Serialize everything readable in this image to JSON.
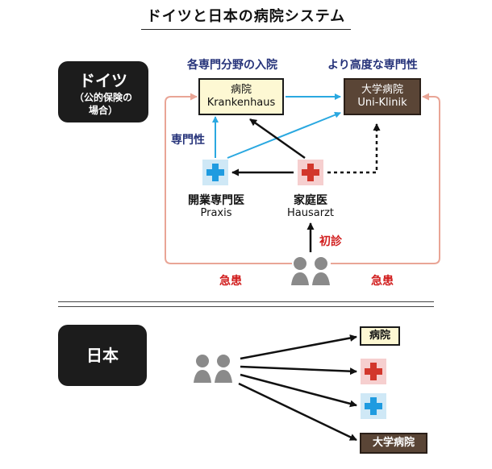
{
  "title": "ドイツと日本の病院システム",
  "germany": {
    "region_name": "ドイツ",
    "region_sub_line1": "（公的保険の",
    "region_sub_line2": "場合）",
    "caption_specialist_hospital": "各専門分野の入院",
    "caption_advanced": "より高度な専門性",
    "hospital_jp": "病院",
    "hospital_de": "Krankenhaus",
    "university_jp": "大学病院",
    "university_de": "Uni-Klinik",
    "specialty_label": "専門性",
    "specialist_jp": "開業専門医",
    "specialist_de": "Praxis",
    "gp_jp": "家庭医",
    "gp_de": "Hausarzt",
    "first_visit": "初診",
    "emergency_left": "急患",
    "emergency_right": "急患"
  },
  "japan": {
    "region_name": "日本",
    "hospital": "病院",
    "university_hospital": "大学病院"
  },
  "colors": {
    "blue_arrow": "#2aa8e0",
    "salmon_loop": "#e9a596",
    "red_cross": "#d2372c",
    "blue_cross": "#1f9be0",
    "caption_blue": "#26337a",
    "caption_red": "#d11d1d",
    "hospital_fill": "#fdf8d3",
    "university_fill": "#5a4536",
    "patient_gray": "#8a8a8a"
  },
  "icons": [
    "red-cross-icon",
    "blue-cross-icon",
    "patient-icon"
  ]
}
